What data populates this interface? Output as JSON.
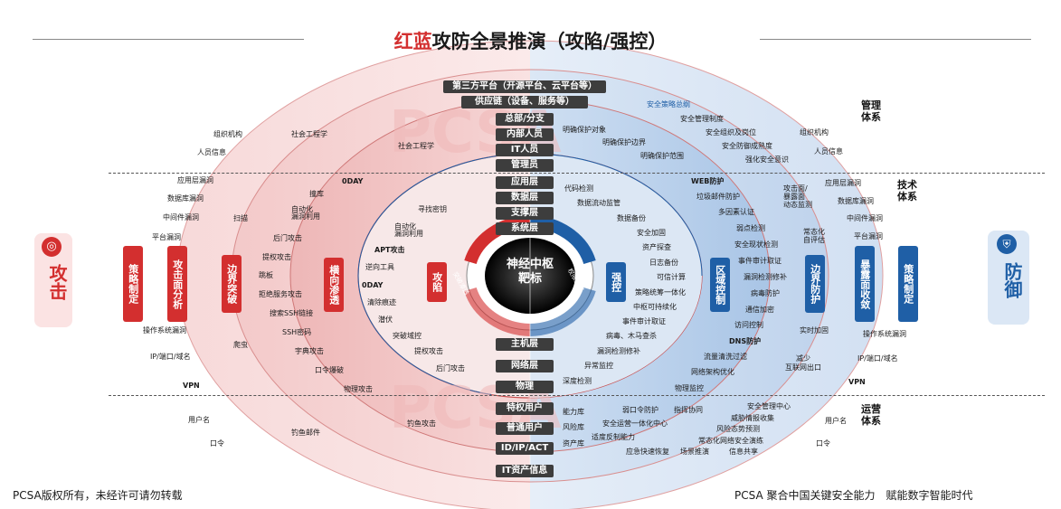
{
  "title": {
    "red_part": "红蓝",
    "rest": "攻防全景推演（攻陷/强控）"
  },
  "watermark": "PCSA",
  "center": {
    "line1": "神经中枢",
    "line2": "靶标",
    "arc_left": "突破渗透",
    "arc_right": "权限强控"
  },
  "layers": {
    "top": [
      "第三方平台（开源平台、云平台等）",
      "供应链（设备、服务等）",
      "总部/分支",
      "内部人员",
      "IT人员",
      "管理员"
    ],
    "tech": [
      "应用层",
      "数据层",
      "支撑层",
      "系统层"
    ],
    "bottom_inner": [
      "主机层",
      "网络层",
      "物理"
    ],
    "ops": [
      "特权用户",
      "普通用户",
      "ID/IP/ACT",
      "IT资产信息"
    ]
  },
  "attack_boxes": [
    "策略制定",
    "攻击面分析",
    "边界突破",
    "横向渗透",
    "攻陷"
  ],
  "defense_boxes": [
    "强控",
    "区域控制",
    "边界防护",
    "暴露面收敛",
    "策略制定"
  ],
  "side": {
    "attack": "攻击",
    "defense": "防御"
  },
  "sections": {
    "mgmt": "管理\n体系",
    "tech": "技术\n体系",
    "ops": "运营\n体系"
  },
  "left_labels": [
    "组织机构",
    "人员信息",
    "社会工程学",
    "社会工程学",
    "应用层漏洞",
    "数据库漏洞",
    "中间件漏洞",
    "平台漏洞",
    "扫描",
    "0DAY",
    "撞库",
    "自动化\n漏洞利用",
    "后门攻击",
    "提权攻击",
    "跳板",
    "拒绝服务攻击",
    "搜索SSH链接",
    "SSH密码",
    "宇典攻击",
    "口令爆破",
    "物理攻击",
    "寻找密钥",
    "自动化\n漏洞利用",
    "APT攻击",
    "逆向工具",
    "0DAY",
    "清除痕迹",
    "潜伏",
    "突破域控",
    "提权攻击",
    "后门攻击",
    "操作系统漏洞",
    "IP/端口/域名",
    "爬虫",
    "VPN",
    "用户名",
    "口令",
    "钓鱼邮件",
    "钓鱼攻击"
  ],
  "right_labels": [
    "安全策略总纲",
    "安全管理制度",
    "安全组织及岗位",
    "安全防御成熟度",
    "强化安全意识",
    "组织机构",
    "人员信息",
    "明确保护对象",
    "明确保护边界",
    "明确保护范围",
    "代码检测",
    "数据流动监管",
    "数据备份",
    "安全加固",
    "资产探查",
    "日志备份",
    "可信计算",
    "策略统筹一体化",
    "中枢可持续化",
    "事件审计取证",
    "病毒、木马查杀",
    "漏洞检测修补",
    "异常监控",
    "深度检测",
    "WEB防护",
    "垃圾邮件防护",
    "多因素认证",
    "弱点检测",
    "安全现状检测",
    "事件审计取证",
    "漏洞检测修补",
    "病毒防护",
    "通信加密",
    "访问控制",
    "DNS防护",
    "流量清洗过滤",
    "网络架构优化",
    "物理监控",
    "攻击面/\n暴露面\n动态监测",
    "常态化\n自评估",
    "实时加固",
    "减少\n互联网出口",
    "应用层漏洞",
    "数据库漏洞",
    "中间件漏洞",
    "平台漏洞",
    "操作系统漏洞",
    "IP/端口/域名",
    "VPN",
    "能力库",
    "风险库",
    "资产库",
    "弱口令防护",
    "指挥协同",
    "安全运营一体化中心",
    "适度反制能力",
    "应急快速恢复",
    "场景推演",
    "安全管理中心",
    "威胁情报收集",
    "风险态势预测",
    "常态化网络安全演练",
    "信息共享",
    "用户名",
    "口令"
  ],
  "footer": {
    "left": "PCSA版权所有，未经许可请勿转载",
    "right": "PCSA 聚合中国关键安全能力　赋能数字智能时代"
  },
  "colors": {
    "red": "#d32f2f",
    "blue": "#1f5fa6",
    "dark": "#3d3d3d"
  }
}
